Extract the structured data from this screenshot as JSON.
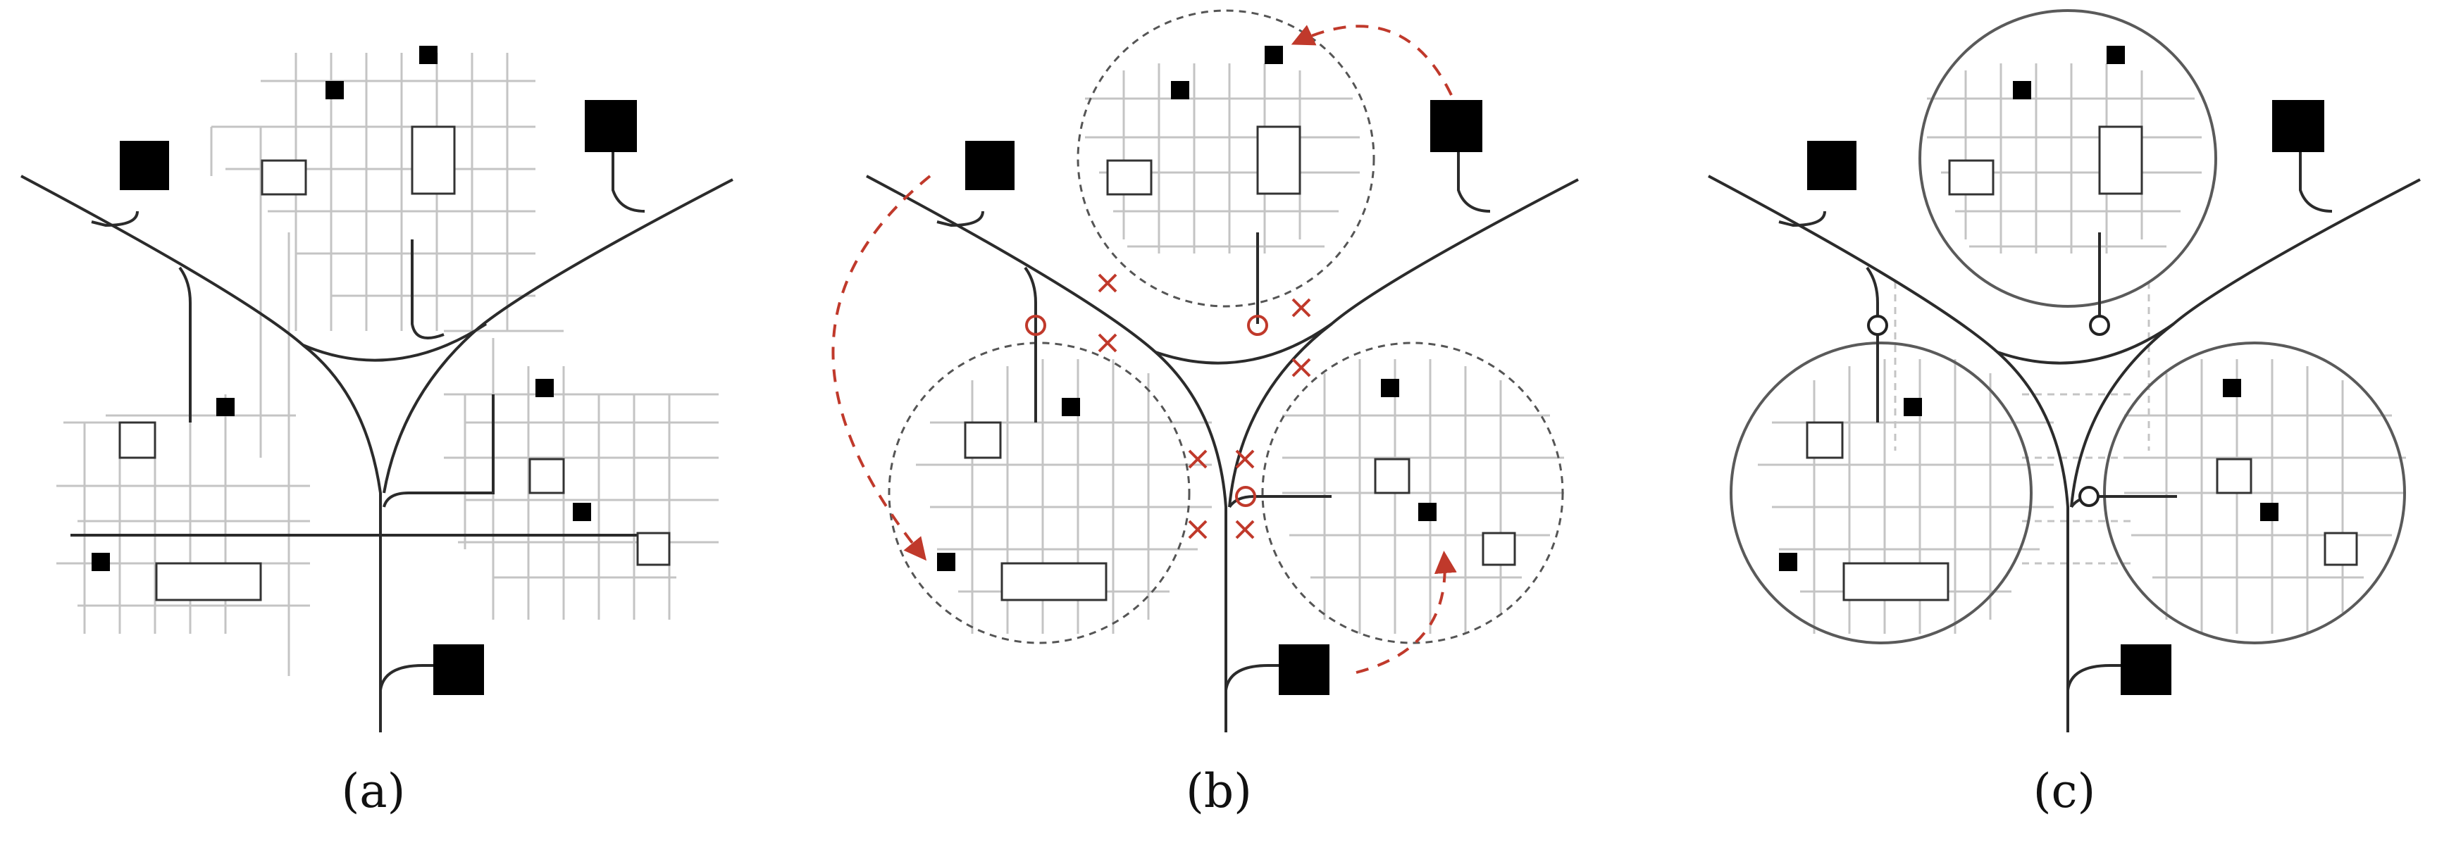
{
  "panels": [
    {
      "id": "a",
      "label": "(a)"
    },
    {
      "id": "b",
      "label": "(b)"
    },
    {
      "id": "c",
      "label": "(c)"
    }
  ],
  "colors": {
    "road": "#2b2b2b",
    "grid": "#c4c4c4",
    "building_fill": "#000000",
    "building_outline": "#333333",
    "dashed_circle": "#555555",
    "solid_circle": "#5a5a5a",
    "conflict_marker": "#c0392b",
    "relocation_arc": "#c0392b",
    "junction_marker_c": "#222222"
  },
  "icons": {
    "conflict_marker": "cross-icon",
    "junction_marker": "circle-icon",
    "relocation_arc": "dashed-arrow-icon"
  }
}
